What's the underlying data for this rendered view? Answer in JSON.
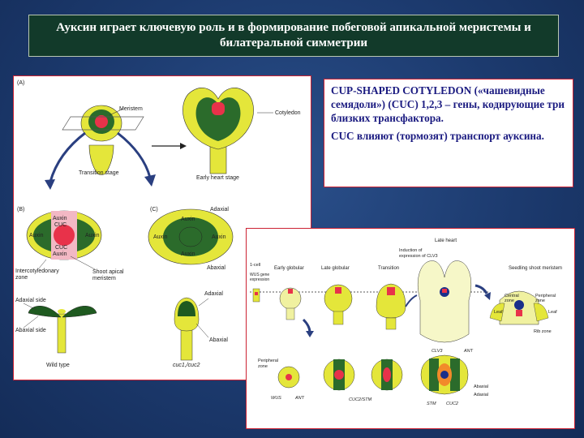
{
  "slide": {
    "title": "Ауксин играет ключевую роль и в формирование побеговой апикальной меристемы и билатеральной симметрии",
    "description_p1": "CUP-SHAPED COTYLEDON («чашевидные семядоли») (CUC) 1,2,3 – гены, кодирующие три близких трансфактора.",
    "description_p2": "CUC влияют (тормозят) транспорт ауксина."
  },
  "left_figure": {
    "panel_a": "(A)",
    "panel_b": "(B)",
    "panel_c": "(C)",
    "meristem": "Meristem",
    "cotyledon": "Cotyledon",
    "transition_stage": "Transition stage",
    "early_heart_stage": "Early heart stage",
    "auxin": "Auxin",
    "cuc": "CUC",
    "adaxial": "Adaxial",
    "abaxial": "Abaxial",
    "intercotyledonary_zone_1": "Intercotyledonary",
    "intercotyledonary_zone_2": "zone",
    "shoot_apical_1": "Shoot apical",
    "shoot_apical_2": "meristem",
    "adaxial_side": "Adaxial side",
    "abaxial_side": "Abaxial side",
    "wild_type": "Wild type",
    "cuc_mutant": "cuc1,/cuc2"
  },
  "right_figure": {
    "one_cell": "1-cell",
    "wus_expr_1": "WUS gene",
    "wus_expr_2": "expression",
    "early_globular": "Early globular",
    "late_globular": "Late globular",
    "transition": "Transition",
    "late_heart": "Late heart",
    "induction_1": "Induction of",
    "induction_2": "expression of CLV3",
    "seedling": "Seedling shoot meristem",
    "central_zone_1": "Central",
    "central_zone_2": "zone",
    "peripheral_zone_1": "Peripheral",
    "peripheral_zone_2": "zone",
    "leaf": "Leaf",
    "rib_zone": "Rib zone",
    "wus": "WUS",
    "ant": "ANT",
    "cuc2_stm": "CUC2/STM",
    "clv3": "CLV3",
    "stm": "STM",
    "cuc2": "CUC2",
    "abaxial": "Abaxial",
    "adaxial": "Adaxial"
  }
}
